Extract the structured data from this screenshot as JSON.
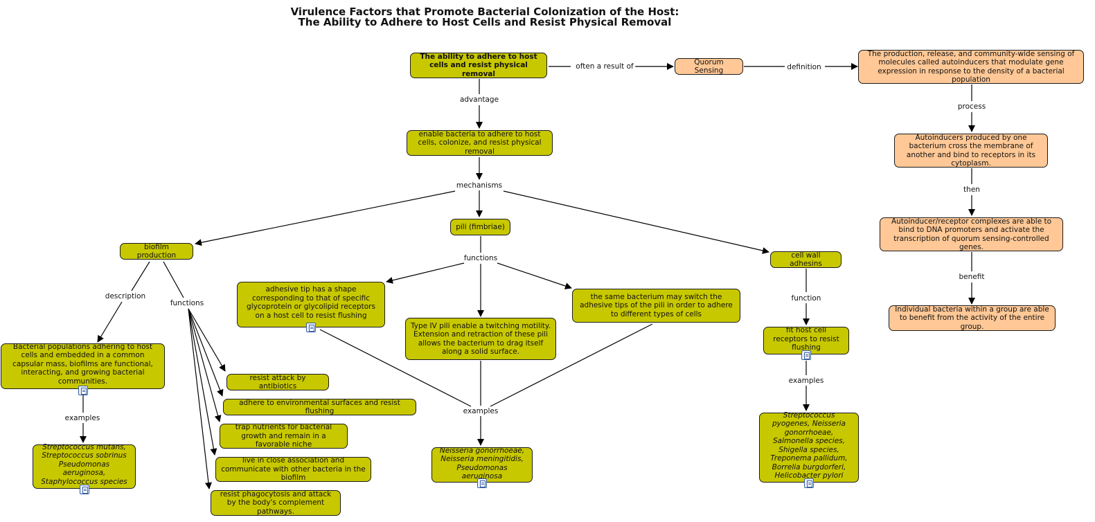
{
  "title": {
    "line1": "Virulence Factors that Promote Bacterial Colonization of the Host:",
    "line2": "The Ability to Adhere to Host Cells and Resist Physical Removal"
  },
  "nodes": {
    "ability": "The ability to adhere to host cells and resist physical removal",
    "quorum": "Quorum Sensing",
    "qs_definition": "The production, release, and community-wide sensing of molecules called autoinducers that modulate gene expression in response to the density of a bacterial population",
    "autoinducers": "Autoinducers produced by one bacterium cross the membrane of another and bind to receptors in its cytoplasm.",
    "complexes": "Autoinducer/receptor complexes are able to bind to DNA promoters and activate the transcription of quorum sensing-controlled genes.",
    "individual": "Individual bacteria within a group are able to benefit from the activity of the entire group.",
    "enable": "enable bacteria to adhere to host cells, colonize, and resist physical removal",
    "pili": "pili (fimbriae)",
    "biofilm": "biofilm production",
    "cell_wall": "cell wall adhesins",
    "adhesive_tip": "adhesive tip has a shape corresponding to that of specific glycoprotein or glycolipid receptors on a host cell to resist flushing",
    "type4": "Type IV pili enable a twitching motility. Extension and retraction of these pili allows the bacterium to drag itself along a solid surface.",
    "switch_tips": "the same bacterium may switch the adhesive tips of the pili in order to adhere to different types of cells",
    "fit_receptors": "fit host cell receptors to resist flushing",
    "biofilm_desc": "Bacterial populations adhering to host cells and embedded in a common capsular mass, biofilms are functional, interacting, and growing bacterial communities.",
    "biofilm_examples": "Streptococcus mutans, Streptococcus sobrinus Pseudomonas aeruginosa, Staphylococcus  species",
    "pili_examples": "Neisseria gonorrhoeae, Neisseria meningitidis, Pseudomonas aeruginosa",
    "adhesin_examples": "Streptococcus pyogenes, Neisseria gonorrhoeae, Salmonella  species, Shigella  species, Treponema pallidum, Borrelia burgdorferi, Helicobacter pylori",
    "fn_antibiotics": "resist attack by antibiotics",
    "fn_surfaces": "adhere to environmental surfaces and resist flushing",
    "fn_nutrients": "trap nutrients for bacterial growth and remain in a favorable niche",
    "fn_communicate": "live in close association and communicate with other bacteria in the biofilm",
    "fn_phagocytosis": "resist phagocytosis and attack by the body's complement pathways."
  },
  "links": {
    "often_result": "often a result of",
    "definition": "definition",
    "process": "process",
    "then": "then",
    "benefit": "benefit",
    "advantage": "advantage",
    "mechanisms": "mechanisms",
    "pili_functions": "functions",
    "biofilm_description": "description",
    "biofilm_functions": "functions",
    "adhesin_function": "function",
    "biofilm_examples": "examples",
    "pili_examples": "examples",
    "adhesin_examples": "examples"
  },
  "colors": {
    "concept_olive": "#c8c800",
    "concept_peach": "#ffc896",
    "line": "#000000"
  },
  "icons": [
    "document-icon"
  ]
}
